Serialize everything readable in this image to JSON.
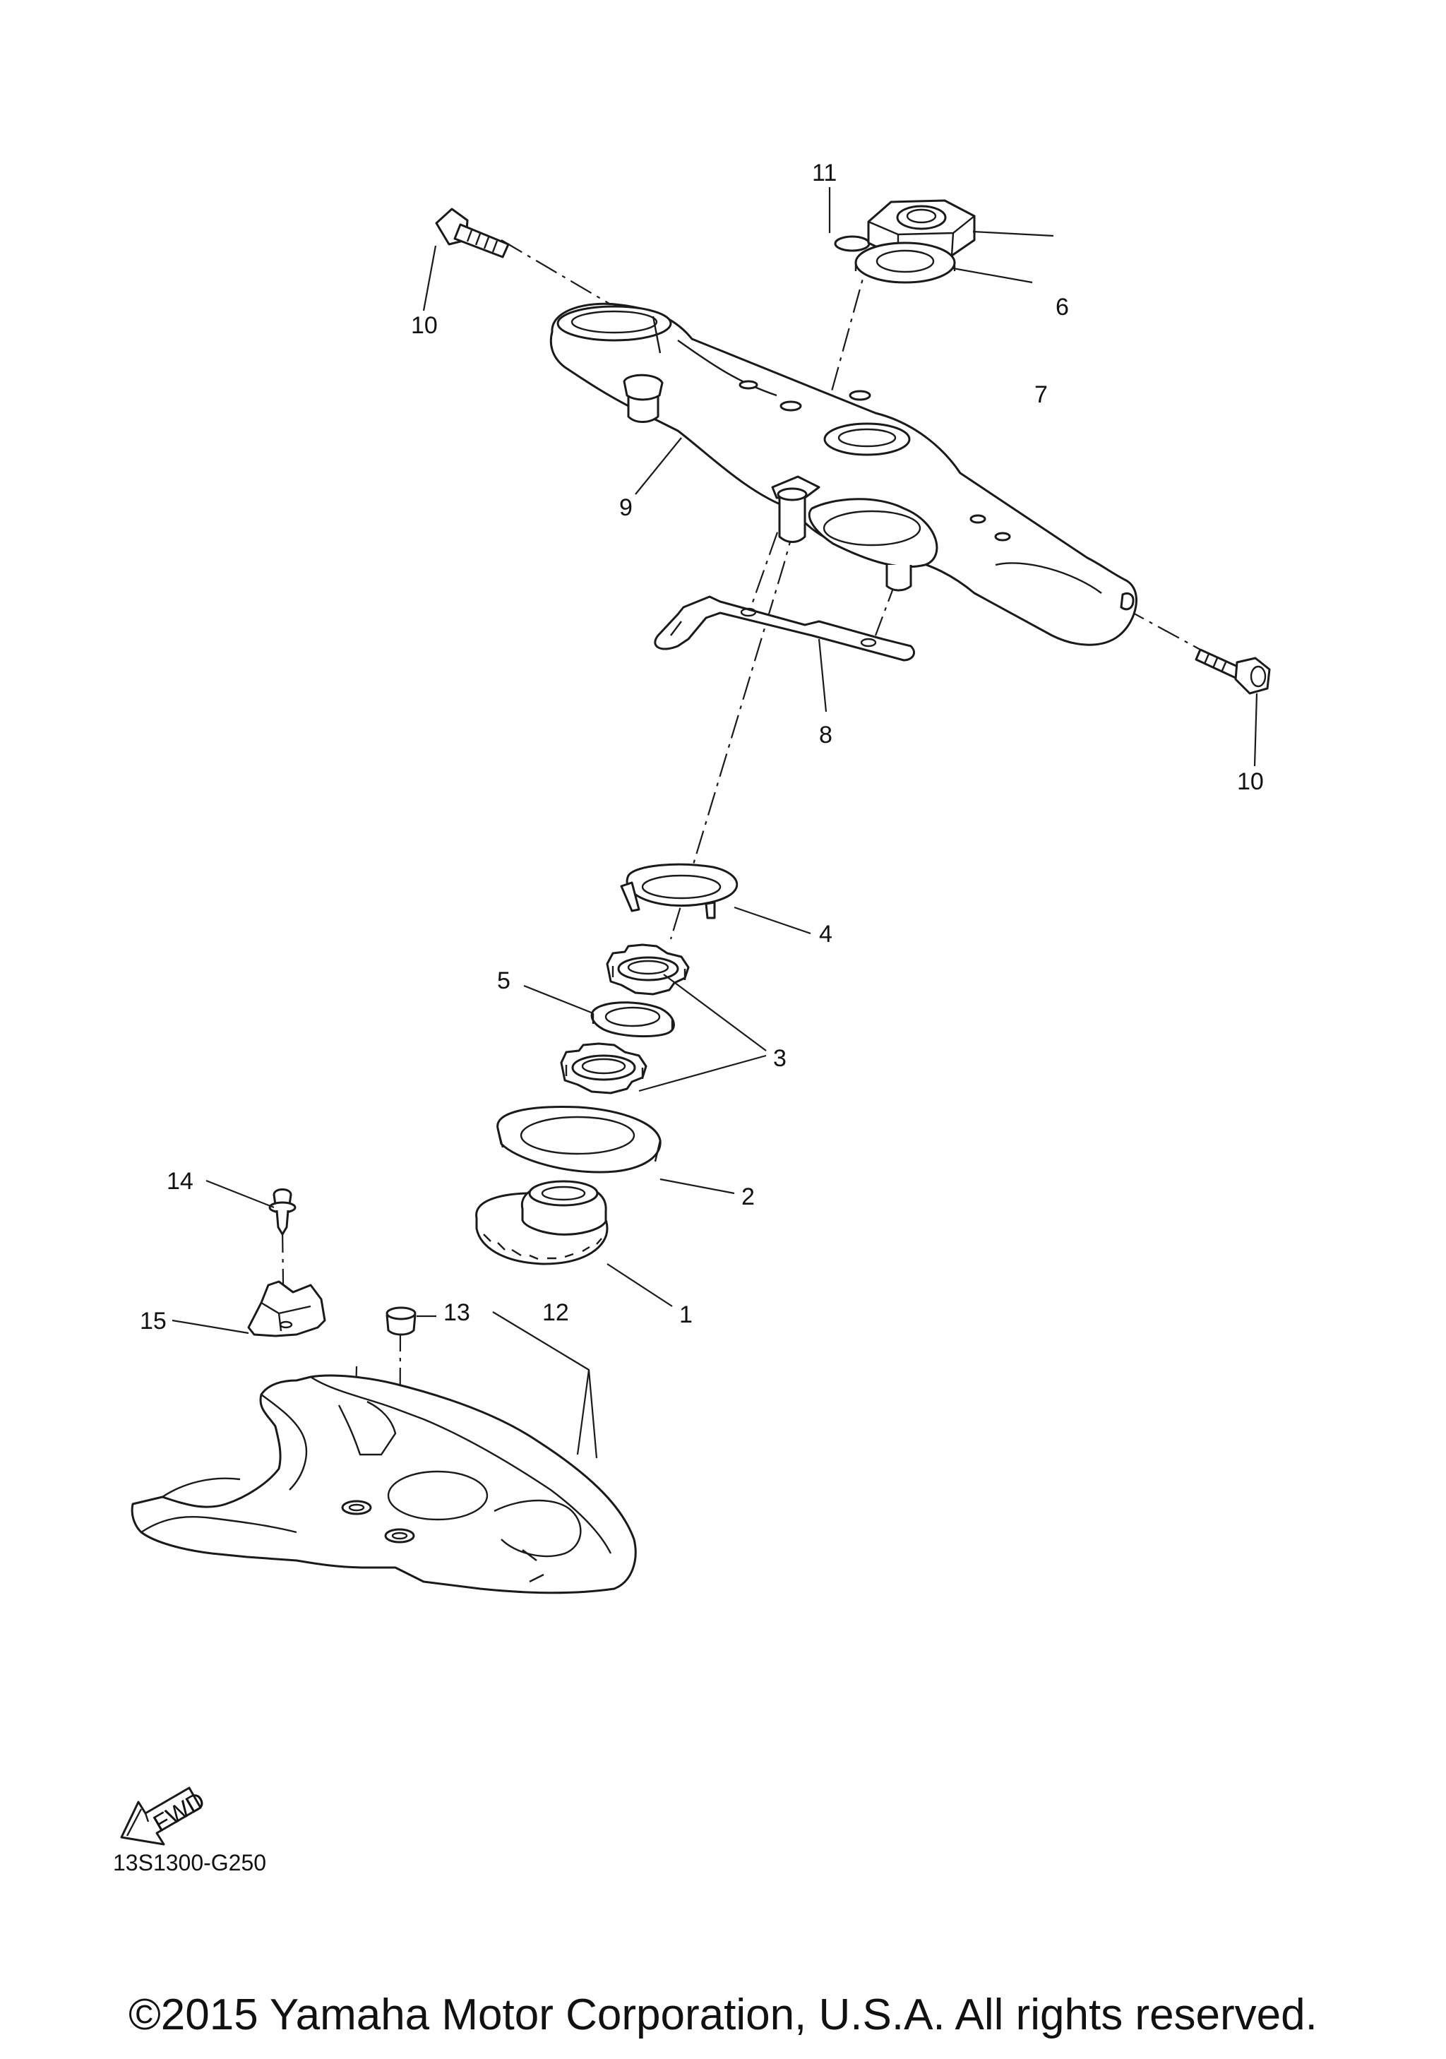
{
  "diagram": {
    "code": "13S1300-G250",
    "copyright": "©2015 Yamaha Motor Corporation, U.S.A. All rights reserved.",
    "fwd_label": "FWD",
    "callouts": {
      "p1": "1",
      "p2": "2",
      "p3": "3",
      "p4": "4",
      "p5": "5",
      "p6": "6",
      "p7": "7",
      "p8": "8",
      "p9": "9",
      "p10a": "10",
      "p10b": "10",
      "p11": "11",
      "p12": "12",
      "p13": "13",
      "p14": "14",
      "p15": "15"
    }
  }
}
